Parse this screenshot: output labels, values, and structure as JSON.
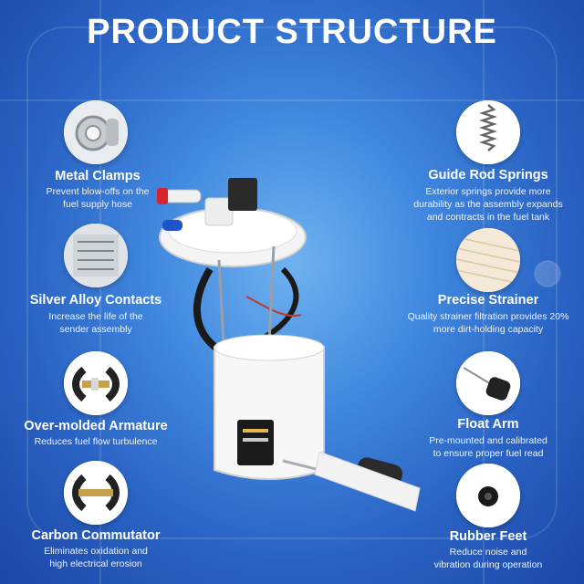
{
  "title": "PRODUCT STRUCTURE",
  "colors": {
    "background": "#2f6fd0",
    "accent": "#ffffff"
  },
  "features_left": [
    {
      "title": "Metal Clamps",
      "desc_lines": [
        "Prevent blow-offs on the",
        "fuel supply hose"
      ],
      "icon": "metal-clamp-icon"
    },
    {
      "title": "Silver Alloy Contacts",
      "desc_lines": [
        "Increase the life of the",
        "sender assembly"
      ],
      "icon": "silver-contacts-icon"
    },
    {
      "title": "Over-molded Armature",
      "desc_lines": [
        "Reduces fuel flow turbulence"
      ],
      "icon": "armature-icon"
    },
    {
      "title": "Carbon Commutator",
      "desc_lines": [
        "Eliminates oxidation and",
        "high electrical erosion"
      ],
      "icon": "commutator-icon"
    }
  ],
  "features_right": [
    {
      "title": "Guide Rod Springs",
      "desc_lines": [
        "Exterior springs provide more",
        "durability as the assembly expands",
        "and contracts in the fuel tank"
      ],
      "icon": "spring-icon"
    },
    {
      "title": "Precise Strainer",
      "desc_lines": [
        "Quality strainer filtration provides 20%",
        "more dirt-holding capacity"
      ],
      "icon": "strainer-icon"
    },
    {
      "title": "Float Arm",
      "desc_lines": [
        "Pre-mounted and calibrated",
        "to ensure proper fuel read"
      ],
      "icon": "float-arm-icon"
    },
    {
      "title": "Rubber Feet",
      "desc_lines": [
        "Reduce noise and",
        "vibration during operation"
      ],
      "icon": "rubber-feet-icon"
    }
  ]
}
